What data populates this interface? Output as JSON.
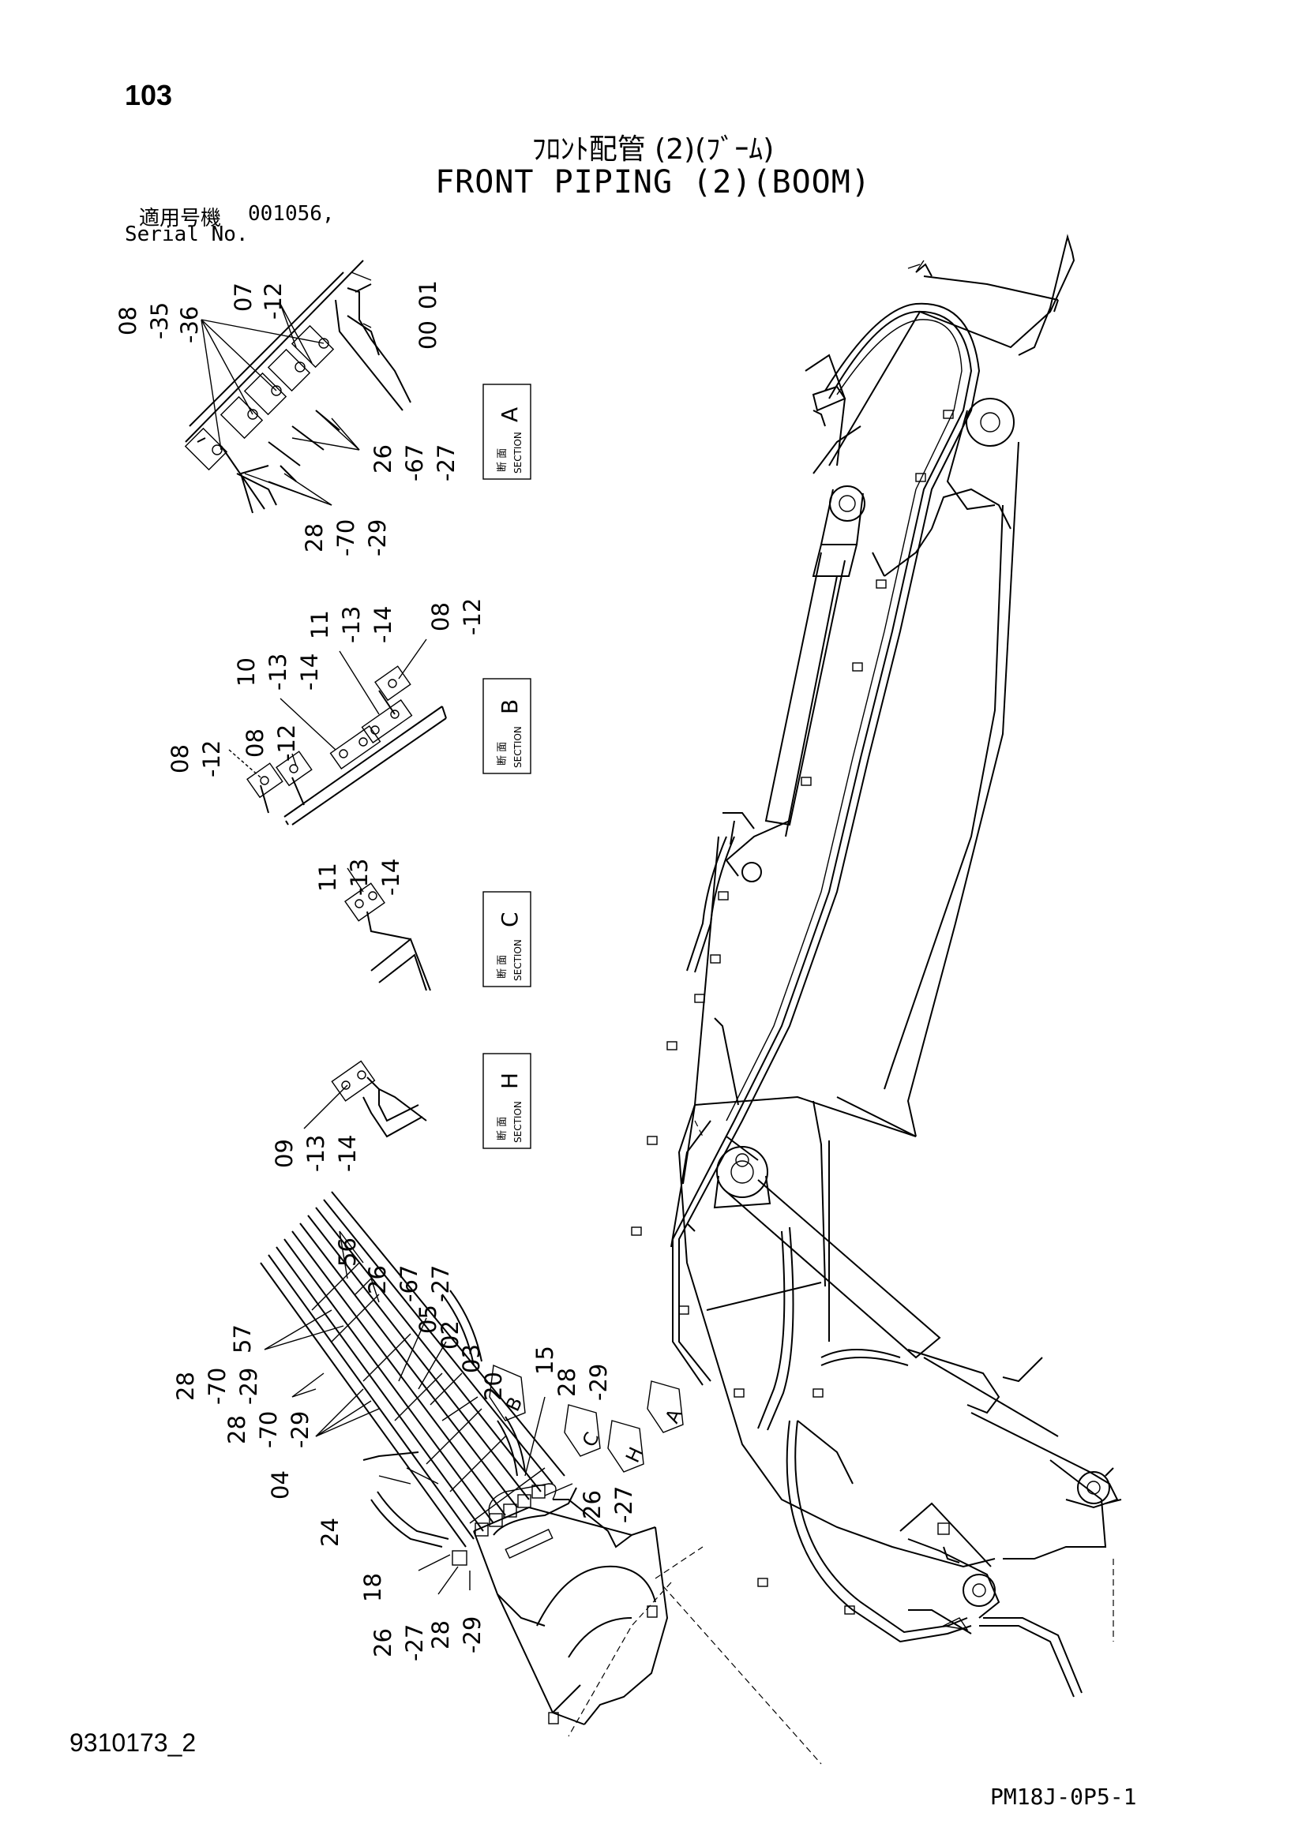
{
  "page_number": "103",
  "title_jp": "ﾌﾛﾝﾄ配管 (2)(ﾌﾞｰﾑ)",
  "title_en": "FRONT PIPING (2)(BOOM)",
  "serial": {
    "label_jp": "適用号機",
    "value": "001056,",
    "label_en": "Serial No."
  },
  "doc_id": "9310173_2",
  "page_code": "PM18J-0P5-1",
  "sections": [
    {
      "jp": "断 面",
      "en": "SECTION",
      "letter": "A"
    },
    {
      "jp": "断 面",
      "en": "SECTION",
      "letter": "B"
    },
    {
      "jp": "断 面",
      "en": "SECTION",
      "letter": "C"
    },
    {
      "jp": "断 面",
      "en": "SECTION",
      "letter": "H"
    }
  ],
  "section_a_labels": [
    "08",
    "-35",
    "-36",
    "07",
    "-12",
    "00",
    "01",
    "26",
    "-67",
    "-27",
    "28",
    "-70",
    "-29"
  ],
  "section_b_labels": [
    "11",
    "-13",
    "-14",
    "08",
    "-12",
    "10",
    "-13",
    "-14",
    "08",
    "-12",
    "08",
    "-12"
  ],
  "section_c_labels": [
    "11",
    "-13",
    "-14"
  ],
  "section_h_labels": [
    "09",
    "-13",
    "-14"
  ],
  "main_labels": [
    "56",
    "26",
    "-67",
    "-27",
    "05",
    "02",
    "03",
    "20",
    "57",
    "28",
    "-70",
    "-29",
    "28",
    "-70",
    "-29",
    "04",
    "24",
    "18",
    "26",
    "-27",
    "28",
    "-29",
    "15",
    "28",
    "-29",
    "26",
    "-27"
  ],
  "arrow_letters": [
    "B",
    "C",
    "H",
    "A"
  ]
}
